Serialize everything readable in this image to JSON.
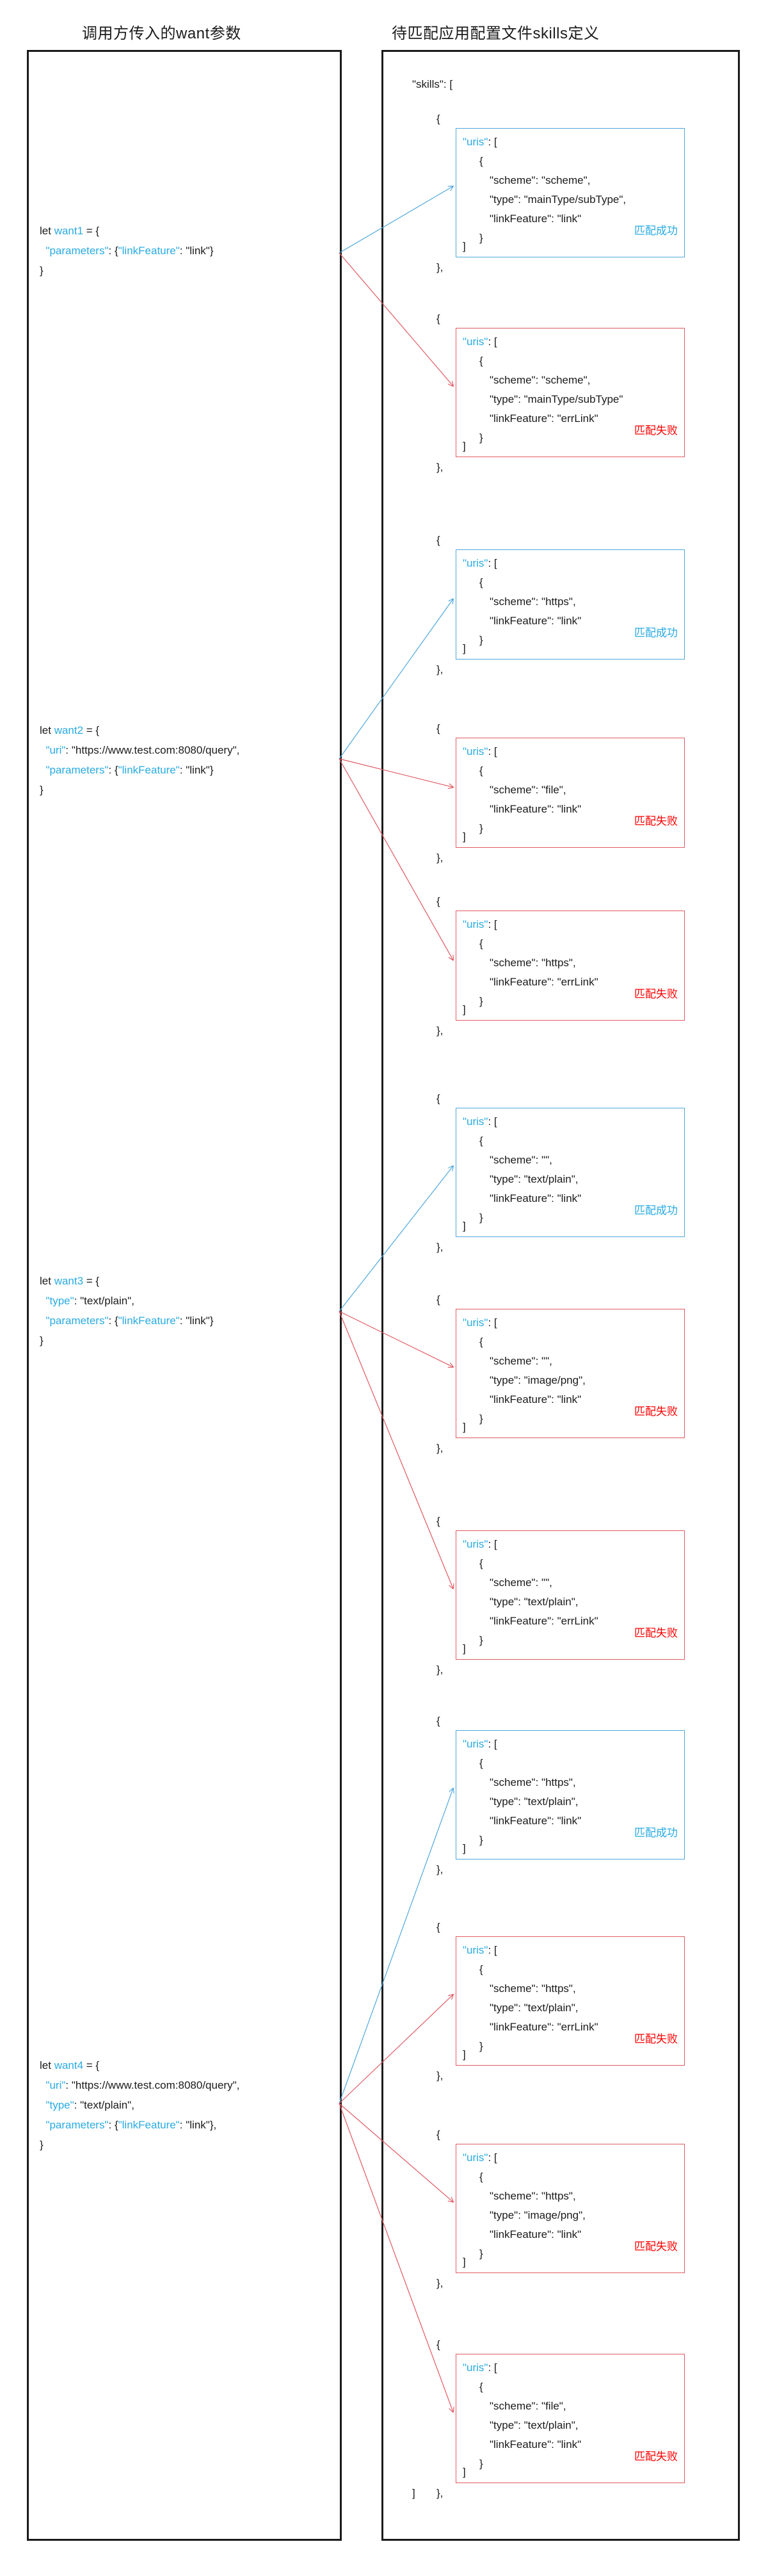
{
  "titles": {
    "left": "调用方传入的want参数",
    "right": "待匹配应用配置文件skills定义"
  },
  "labels": {
    "match_success": "匹配成功",
    "match_fail": "匹配失败",
    "skills_open": "\"skills\": [",
    "obj_open": "{",
    "obj_close_comma": "},",
    "arr_close": "]",
    "uris_open": "\"uris\": [",
    "uris_close": "]",
    "inner_open": "{",
    "inner_close": "}"
  },
  "wants": [
    {
      "id": "want1",
      "decl_prefix": "let ",
      "name": "want1",
      "decl_suffix": " = {",
      "lines": [
        {
          "key": "\"parameters\"",
          "rest": ": {\"linkFeature\": \"link\"}"
        }
      ],
      "close": "}"
    },
    {
      "id": "want2",
      "decl_prefix": "let ",
      "name": "want2",
      "decl_suffix": " = {",
      "lines": [
        {
          "key": "\"uri\"",
          "rest": ": \"https://www.test.com:8080/query\","
        },
        {
          "key": "\"parameters\"",
          "rest": ": {\"linkFeature\": \"link\"}"
        }
      ],
      "close": "}"
    },
    {
      "id": "want3",
      "decl_prefix": "let ",
      "name": "want3",
      "decl_suffix": " = {",
      "lines": [
        {
          "key": "\"type\"",
          "rest": ": \"text/plain\","
        },
        {
          "key": "\"parameters\"",
          "rest": ": {\"linkFeature\": \"link\"}"
        }
      ],
      "close": "}"
    },
    {
      "id": "want4",
      "decl_prefix": "let ",
      "name": "want4",
      "decl_suffix": " = {",
      "lines": [
        {
          "key": "\"uri\"",
          "rest": ": \"https://www.test.com:8080/query\","
        },
        {
          "key": "\"type\"",
          "rest": ": \"text/plain\","
        },
        {
          "key": "\"parameters\"",
          "rest": ": {\"linkFeature\": \"link\"},"
        }
      ],
      "close": "}"
    }
  ],
  "skills": [
    {
      "index": 1,
      "status": "success",
      "result_label": "匹配成功",
      "fields": [
        "\"scheme\": \"scheme\",",
        "\"type\": \"mainType/subType\",",
        "\"linkFeature\": \"link\""
      ]
    },
    {
      "index": 2,
      "status": "fail",
      "result_label": "匹配失败",
      "fields": [
        "\"scheme\": \"scheme\",",
        "\"type\": \"mainType/subType\"",
        "\"linkFeature\": \"errLink\""
      ]
    },
    {
      "index": 3,
      "status": "success",
      "result_label": "匹配成功",
      "fields": [
        "\"scheme\": \"https\",",
        "\"linkFeature\": \"link\""
      ]
    },
    {
      "index": 4,
      "status": "fail",
      "result_label": "匹配失败",
      "fields": [
        "\"scheme\": \"file\",",
        "\"linkFeature\": \"link\""
      ]
    },
    {
      "index": 5,
      "status": "fail",
      "result_label": "匹配失败",
      "fields": [
        "\"scheme\": \"https\",",
        "\"linkFeature\": \"errLink\""
      ]
    },
    {
      "index": 6,
      "status": "success",
      "result_label": "匹配成功",
      "fields": [
        "\"scheme\": \"\",",
        "\"type\": \"text/plain\",",
        "\"linkFeature\": \"link\""
      ]
    },
    {
      "index": 7,
      "status": "fail",
      "result_label": "匹配失败",
      "fields": [
        "\"scheme\": \"\",",
        "\"type\": \"image/png\",",
        "\"linkFeature\": \"link\""
      ]
    },
    {
      "index": 8,
      "status": "fail",
      "result_label": "匹配失败",
      "fields": [
        "\"scheme\": \"\",",
        "\"type\": \"text/plain\",",
        "\"linkFeature\": \"errLink\""
      ]
    },
    {
      "index": 9,
      "status": "success",
      "result_label": "匹配成功",
      "fields": [
        "\"scheme\": \"https\",",
        "\"type\": \"text/plain\",",
        "\"linkFeature\": \"link\""
      ]
    },
    {
      "index": 10,
      "status": "fail",
      "result_label": "匹配失败",
      "fields": [
        "\"scheme\": \"https\",",
        "\"type\": \"text/plain\",",
        "\"linkFeature\": \"errLink\""
      ]
    },
    {
      "index": 11,
      "status": "fail",
      "result_label": "匹配失败",
      "fields": [
        "\"scheme\": \"https\",",
        "\"type\": \"image/png\",",
        "\"linkFeature\": \"link\""
      ]
    },
    {
      "index": 12,
      "status": "fail",
      "result_label": "匹配失败",
      "fields": [
        "\"scheme\": \"file\",",
        "\"type\": \"text/plain\",",
        "\"linkFeature\": \"link\""
      ]
    }
  ],
  "colors": {
    "success": "#29ABE2",
    "fail": "#FF0000",
    "success_border": "#4FA8DC",
    "fail_border": "#E05A63",
    "key": "#29ABE2",
    "text": "#1b1b1b",
    "frame": "#1a1a1a"
  }
}
